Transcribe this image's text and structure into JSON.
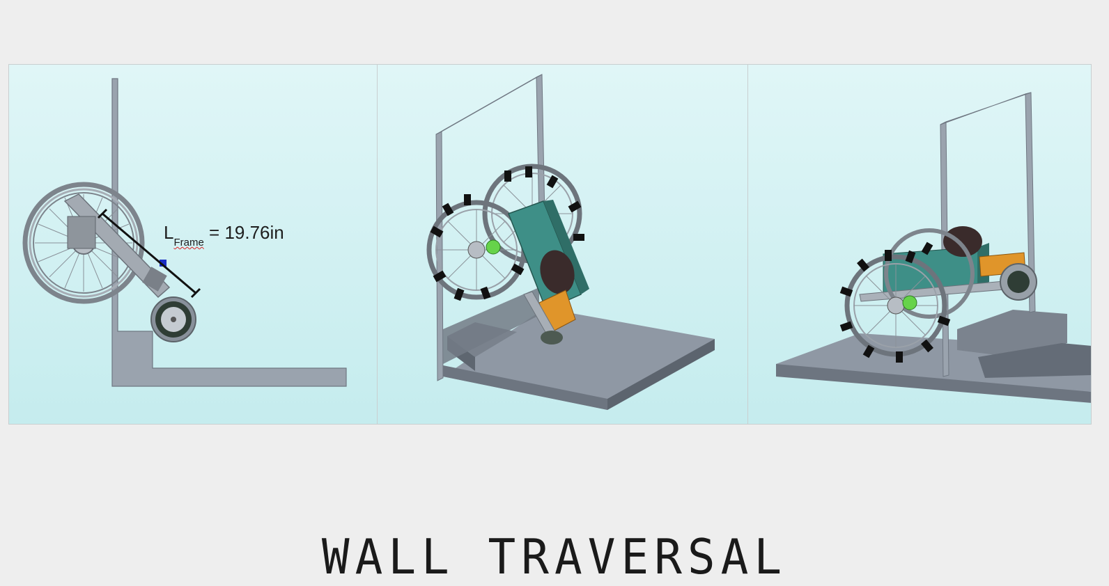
{
  "slide": {
    "title": "WALL TRAVERSAL"
  },
  "annotation": {
    "symbol": "L",
    "subscript": "Frame",
    "value": "= 19.76in"
  },
  "colors": {
    "background": "#eeeeee",
    "panel_top": "#e0f6f7",
    "panel_bottom": "#c5ecee",
    "structure": "#9aa3ae",
    "chassis": "#3e8f87",
    "motor_box": "#e0952a",
    "hub": "#66d34a"
  },
  "icons": [
    "side-view-cad-icon",
    "iso-view-cad-icon",
    "front-view-cad-icon"
  ]
}
